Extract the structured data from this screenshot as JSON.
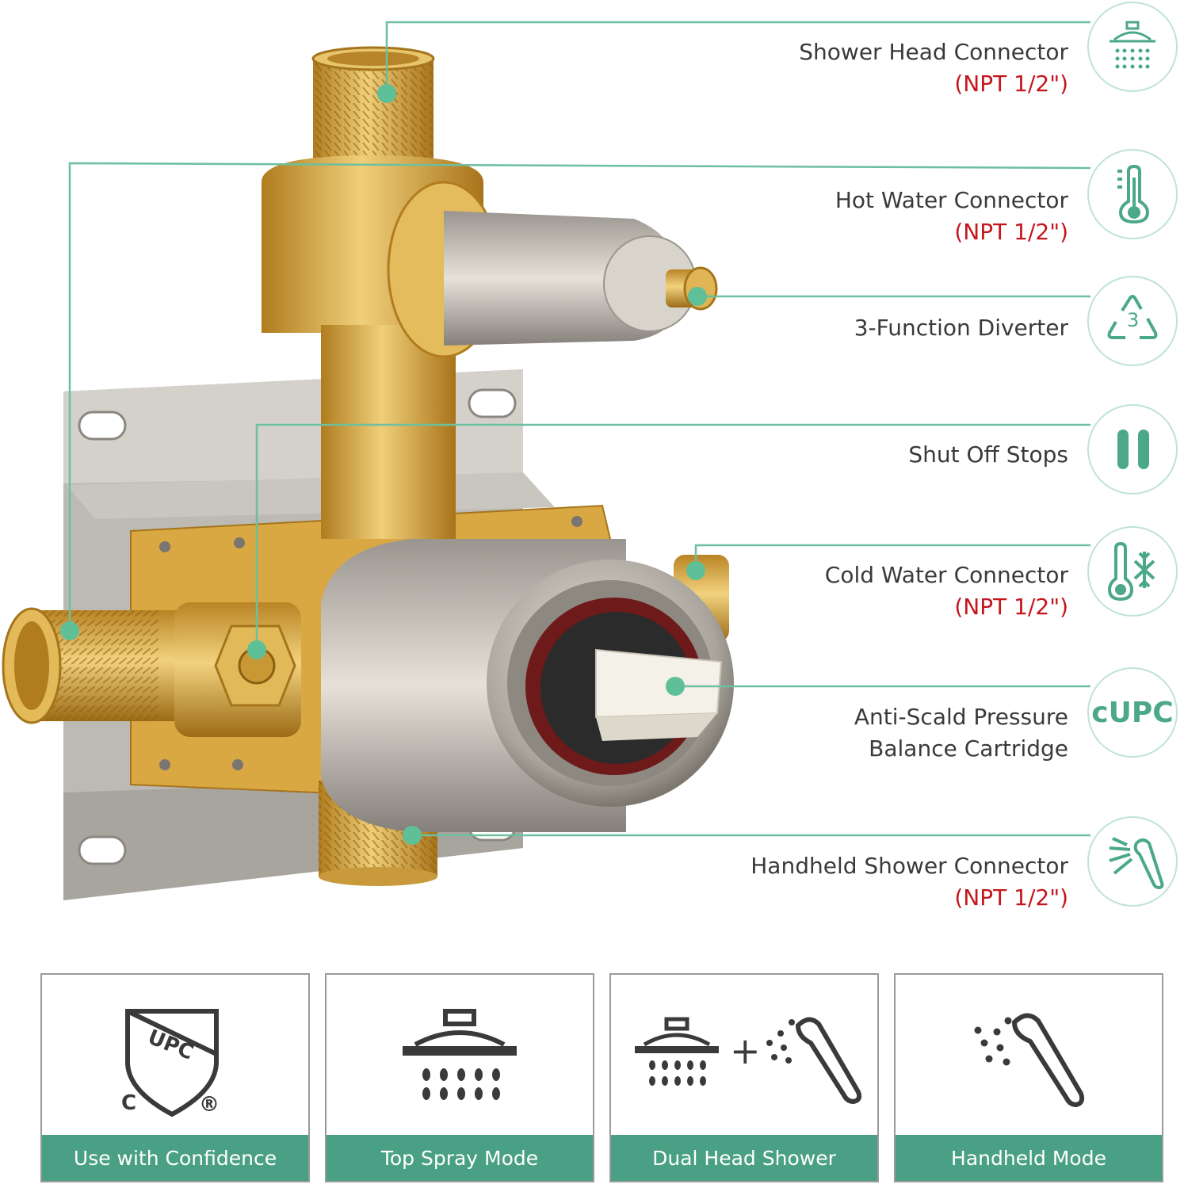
{
  "callouts": [
    {
      "label": "Shower Head Connector",
      "spec": "(NPT 1/2\")",
      "icon": "shower-head-icon"
    },
    {
      "label": "Hot Water Connector",
      "spec": "(NPT 1/2\")",
      "icon": "thermometer-icon"
    },
    {
      "label": "3-Function Diverter",
      "spec": "",
      "icon": "recycle-3-icon",
      "icon_text": "3"
    },
    {
      "label": "Shut Off Stops",
      "spec": "",
      "icon": "pause-icon"
    },
    {
      "label": "Cold Water Connector",
      "spec": "(NPT 1/2\")",
      "icon": "thermometer-snowflake-icon"
    },
    {
      "label": "Anti-Scald Pressure",
      "label2": "Balance Cartridge",
      "spec": "",
      "icon": "cupc-icon",
      "icon_text": "cUPC"
    },
    {
      "label": "Handheld Shower Connector",
      "spec": "(NPT 1/2\")",
      "icon": "handheld-shower-icon"
    }
  ],
  "features": [
    {
      "caption": "Use with Confidence",
      "icon": "upc-shield-icon",
      "icon_text": "UPC",
      "mark_c": "C",
      "mark_r": "®"
    },
    {
      "caption": "Top Spray Mode",
      "icon": "rain-shower-icon"
    },
    {
      "caption": "Dual Head Shower",
      "icon": "dual-shower-icon",
      "plus": "+"
    },
    {
      "caption": "Handheld Mode",
      "icon": "handheld-spray-icon"
    }
  ],
  "colors": {
    "accent": "#4aa084",
    "spec_red": "#c4161c",
    "brass": "#d8a640",
    "steel": "#b8b3ab"
  }
}
